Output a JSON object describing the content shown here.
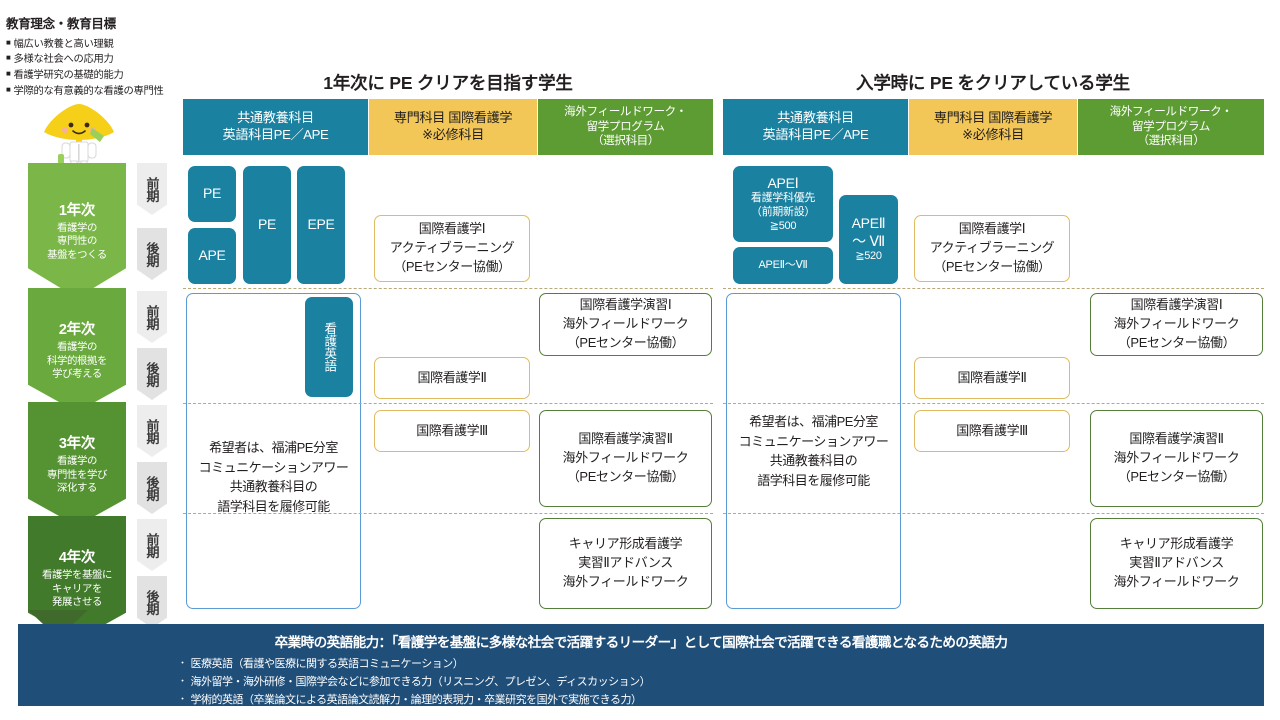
{
  "philosophy": {
    "title": "教育理念・教育目標",
    "items": [
      "幅広い教養と高い理観",
      "多様な社会への応用力",
      "看護学研究の基礎的能力",
      "学際的な有意義的な看護の専門性"
    ],
    "bullet": "■"
  },
  "mascot": {
    "name": "ginkgo-mascot"
  },
  "groups": {
    "left_title": "1年次に PE クリアを目指す学生",
    "right_title": "入学時に PE をクリアしている学生"
  },
  "columns": {
    "common": "共通教養科目\n英語科目PE／APE",
    "common_l1": "共通教養科目",
    "common_l2": "英語科目PE／APE",
    "major_l1": "専門科目 国際看護学",
    "major_l2": "※必修科目",
    "overseas_l1": "海外フィールドワーク・",
    "overseas_l2": "留学プログラム",
    "overseas_l3": "（選択科目）"
  },
  "years": [
    {
      "year": "1年次",
      "sub_l1": "看護学の",
      "sub_l2": "専門性の",
      "sub_l3": "基盤をつくる",
      "color": "#7ab648"
    },
    {
      "year": "2年次",
      "sub_l1": "看護学の",
      "sub_l2": "科学的根拠を",
      "sub_l3": "学び考える",
      "color": "#6aa93d"
    },
    {
      "year": "3年次",
      "sub_l1": "看護学の",
      "sub_l2": "専門性を学び",
      "sub_l3": "深化する",
      "color": "#559332"
    },
    {
      "year": "4年次",
      "sub_l1": "看護学を基盤に",
      "sub_l2": "キャリアを",
      "sub_l3": "発展させる",
      "color": "#417a2a"
    }
  ],
  "terms": {
    "first": "前期",
    "second": "後期"
  },
  "left_panel": {
    "pe": "PE",
    "ape": "APE",
    "pe2": "PE",
    "epe": "EPE",
    "nursing_english": "看護英語",
    "elective_note_l1": "希望者は、福浦PE分室",
    "elective_note_l2": "コミュニケーションアワー",
    "elective_note_l3": "共通教養科目の",
    "elective_note_l4": "語学科目を履修可能",
    "kokusai1_l1": "国際看護学Ⅰ",
    "kokusai1_l2": "アクティブラーニング",
    "kokusai1_l3": "（PEセンター協働）",
    "kokusai2": "国際看護学Ⅱ",
    "kokusai3": "国際看護学Ⅲ",
    "enshu1_l1": "国際看護学演習Ⅰ",
    "enshu1_l2": "海外フィールドワーク",
    "enshu1_l3": "（PEセンター協働）",
    "enshu2_l1": "国際看護学演習Ⅱ",
    "enshu2_l2": "海外フィールドワーク",
    "enshu2_l3": "（PEセンター協働）",
    "career_l1": "キャリア形成看護学",
    "career_l2": "実習Ⅱアドバンス",
    "career_l3": "海外フィールドワーク"
  },
  "right_panel": {
    "ape1_l1": "APEⅠ",
    "ape1_l2": "看護学科優先",
    "ape1_l3": "（前期新設）",
    "ape1_l4": "≧500",
    "ape2_7_small": "APEⅡ～Ⅶ",
    "ape2_7_l1": "APEⅡ",
    "ape2_7_l2": "～ Ⅶ",
    "ape2_7_l3": "≧520",
    "elective_note_l1": "希望者は、福浦PE分室",
    "elective_note_l2": "コミュニケーションアワー",
    "elective_note_l3": "共通教養科目の",
    "elective_note_l4": "語学科目を履修可能",
    "kokusai1_l1": "国際看護学Ⅰ",
    "kokusai1_l2": "アクティブラーニング",
    "kokusai1_l3": "（PEセンター協働）",
    "kokusai2": "国際看護学Ⅱ",
    "kokusai3": "国際看護学Ⅲ",
    "enshu1_l1": "国際看護学演習Ⅰ",
    "enshu1_l2": "海外フィールドワーク",
    "enshu1_l3": "（PEセンター協働）",
    "enshu2_l1": "国際看護学演習Ⅱ",
    "enshu2_l2": "海外フィールドワーク",
    "enshu2_l3": "（PEセンター協働）",
    "career_l1": "キャリア形成看護学",
    "career_l2": "実習Ⅱアドバンス",
    "career_l3": "海外フィールドワーク"
  },
  "footer": {
    "title": "卒業時の英語能力：「看護学を基盤に多様な社会で活躍するリーダー」として国際社会で活躍できる看護職となるための英語力",
    "bullet": "・",
    "items": [
      "医療英語（看護や医療に関する英語コミュニケーション）",
      "海外留学・海外研修・国際学会などに参加できる力（リスニング、プレゼン、ディスカッション）",
      "学術的英語（卒業論文による英語論文読解力・論理的表現力・卒業研究を国外で実施できる力）"
    ],
    "bg": "#1f4e79"
  },
  "colors": {
    "teal": "#1b81a0",
    "yellow": "#f2c757",
    "green": "#5d9c33",
    "navy": "#1f4e79"
  }
}
